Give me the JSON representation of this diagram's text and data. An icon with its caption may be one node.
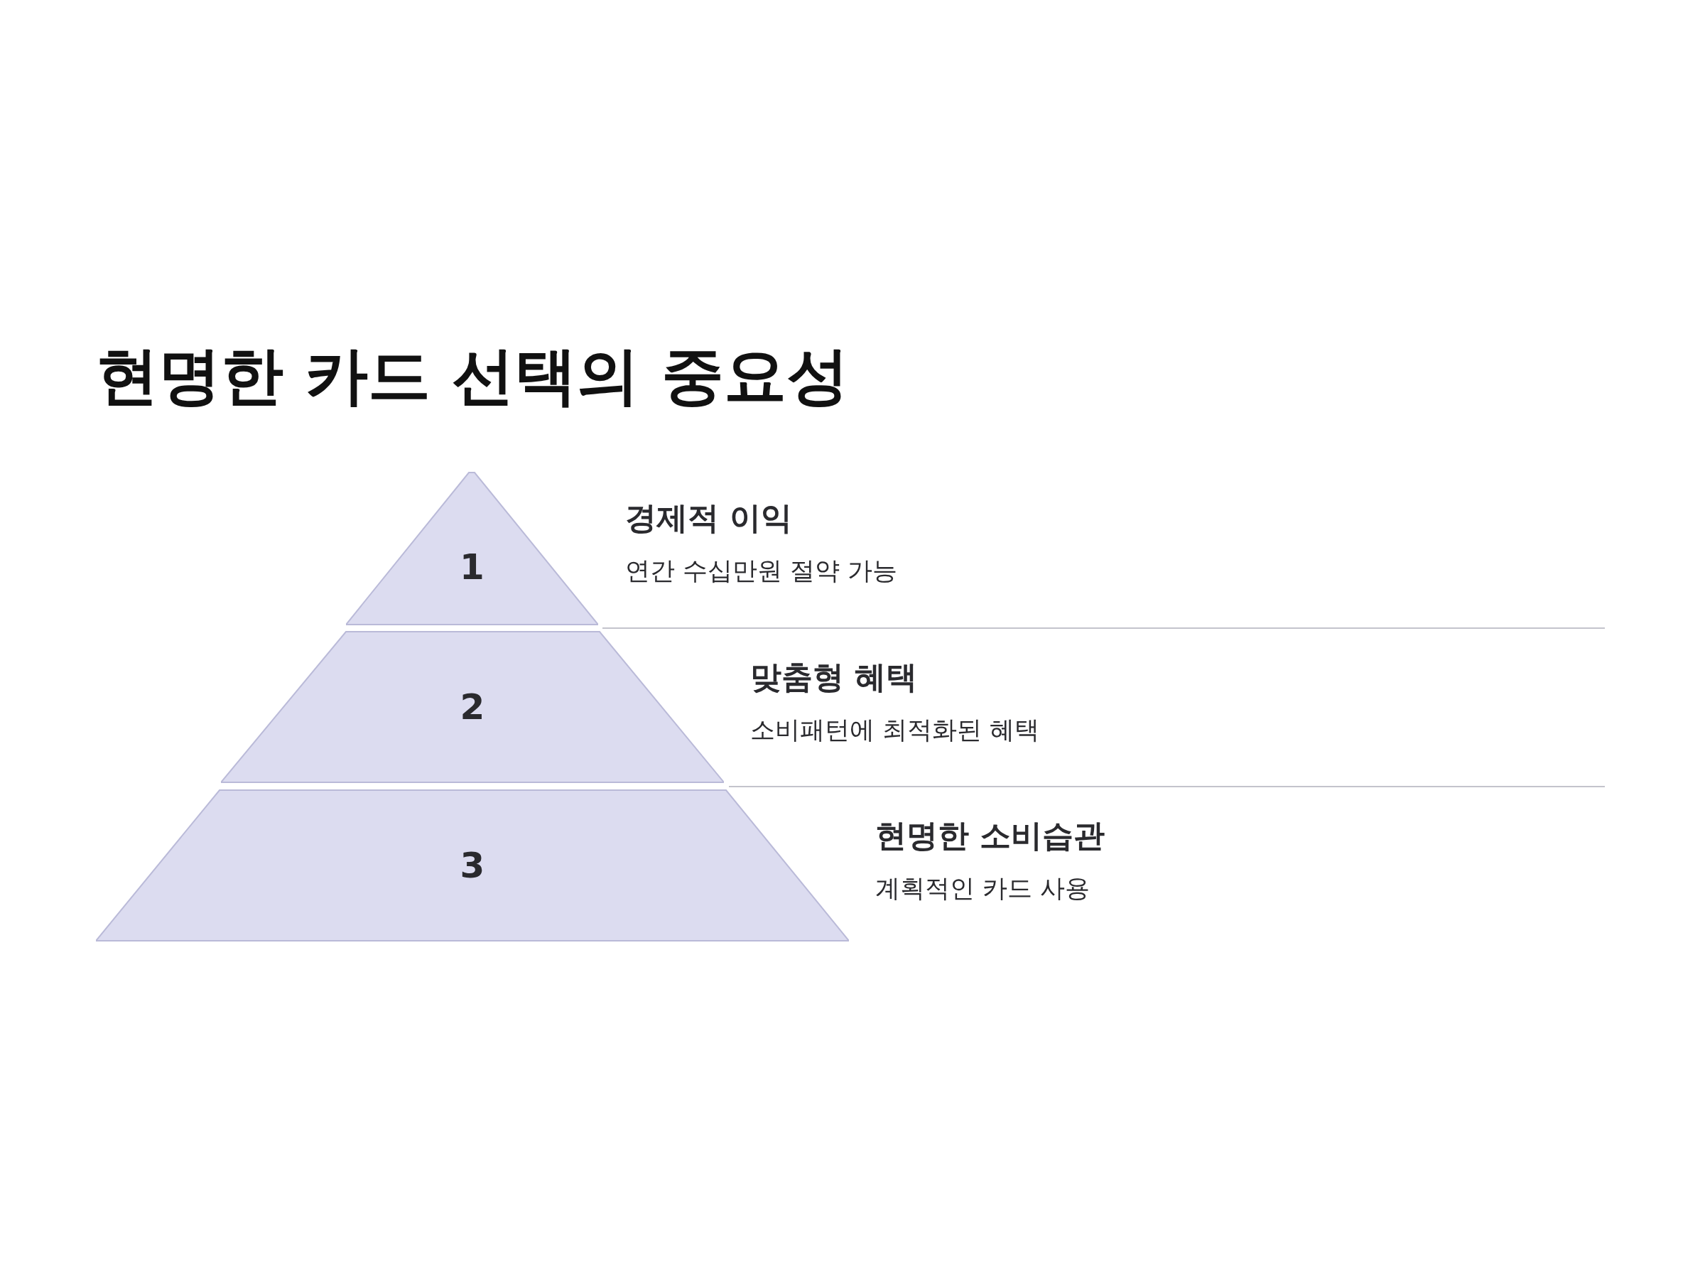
{
  "diagram": {
    "title": "현명한 카드 선택의 중요성",
    "nodes": [
      {
        "text": [
          "1"
        ],
        "beside": [
          "경제적 이익",
          "연간 수십만원 절약 가능"
        ]
      },
      {
        "text": [
          "2"
        ],
        "beside": [
          "맞춤형 혜택",
          "소비패턴에 최적화된 혜택"
        ]
      },
      {
        "text": [
          "3"
        ],
        "beside": [
          "현명한 소비습관",
          "계획적인 카드 사용"
        ]
      }
    ],
    "edges": []
  }
}
